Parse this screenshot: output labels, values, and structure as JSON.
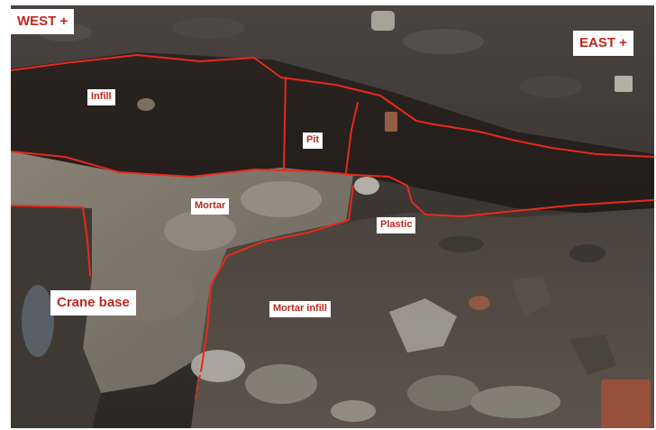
{
  "labels": {
    "west": "WEST +",
    "east": "EAST +",
    "infill": "Infill",
    "pit": "Pit",
    "mortar": "Mortar",
    "plastic": "Plastic",
    "crane_base": "Crane base",
    "mortar_infill": "Mortar infill"
  },
  "colors": {
    "annotation_line": "#e8291c",
    "label_text": "#c0281e",
    "label_background": "#ffffff"
  }
}
